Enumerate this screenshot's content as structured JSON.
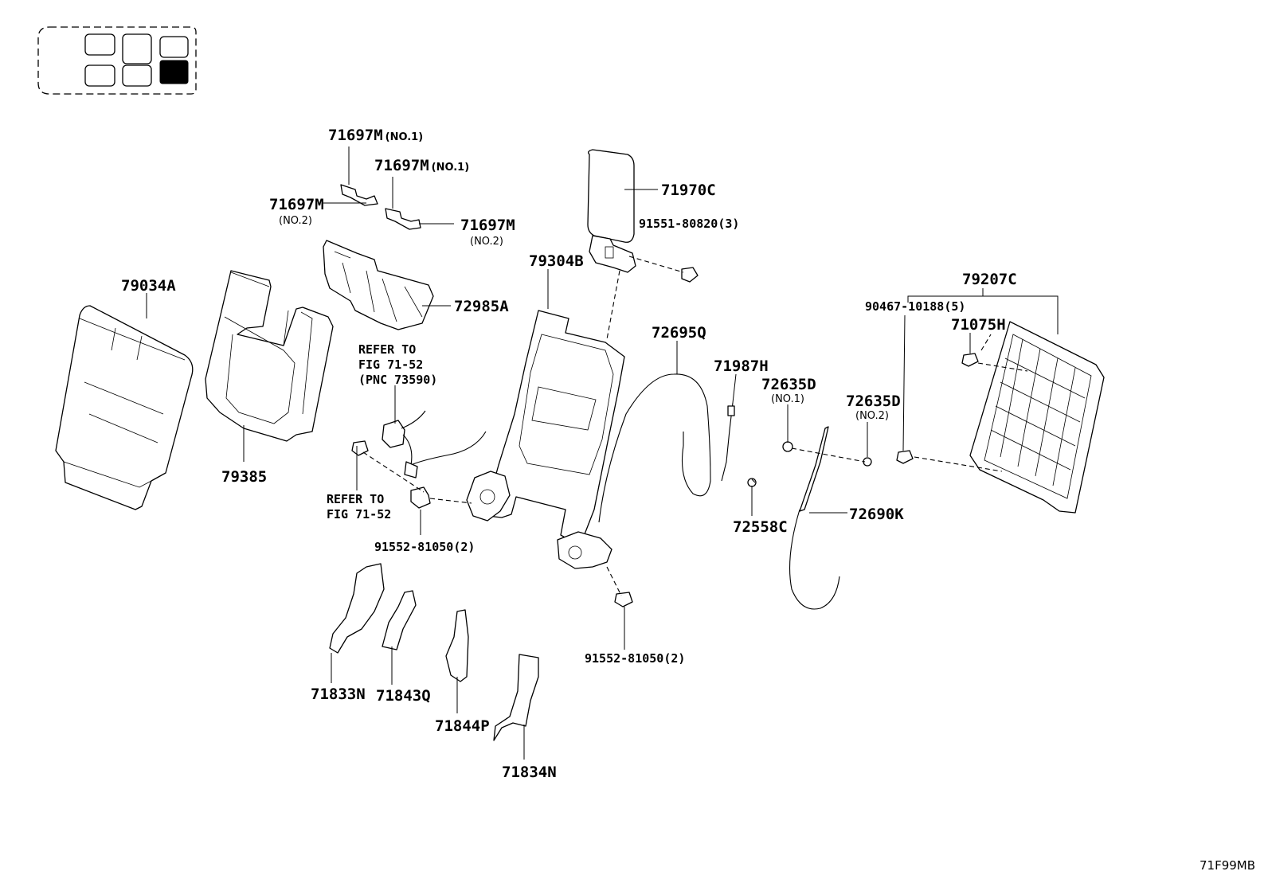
{
  "diagram_code": "71F99MB",
  "locator": {
    "highlighted_position": "rear-right"
  },
  "parts": {
    "p71697M_a": {
      "number": "71697M",
      "note": "(NO.1)"
    },
    "p71697M_b": {
      "number": "71697M",
      "note": "(NO.1)"
    },
    "p71697M_c": {
      "number": "71697M",
      "note": "(NO.2)"
    },
    "p71697M_d": {
      "number": "71697M",
      "note": "(NO.2)"
    },
    "p71970C": {
      "number": "71970C"
    },
    "p91551_80820": {
      "number": "91551-80820(3)"
    },
    "p79304B": {
      "number": "79304B"
    },
    "p72985A": {
      "number": "72985A"
    },
    "p79034A": {
      "number": "79034A"
    },
    "p79385": {
      "number": "79385"
    },
    "p72695Q": {
      "number": "72695Q"
    },
    "p71987H": {
      "number": "71987H"
    },
    "p72635D_1": {
      "number": "72635D",
      "note": "(NO.1)"
    },
    "p72635D_2": {
      "number": "72635D",
      "note": "(NO.2)"
    },
    "p79207C": {
      "number": "79207C"
    },
    "p90467_10188": {
      "number": "90467-10188(5)"
    },
    "p71075H": {
      "number": "71075H"
    },
    "p72558C": {
      "number": "72558C"
    },
    "p72690K": {
      "number": "72690K"
    },
    "p91552_81050_a": {
      "number": "91552-81050(2)"
    },
    "p91552_81050_b": {
      "number": "91552-81050(2)"
    },
    "p71833N": {
      "number": "71833N"
    },
    "p71843Q": {
      "number": "71843Q"
    },
    "p71844P": {
      "number": "71844P"
    },
    "p71834N": {
      "number": "71834N"
    }
  },
  "references": {
    "ref1": {
      "line1": "REFER TO",
      "line2": "FIG 71-52",
      "line3": "(PNC 73590)"
    },
    "ref2": {
      "line1": "REFER TO",
      "line2": "FIG 71-52"
    }
  }
}
